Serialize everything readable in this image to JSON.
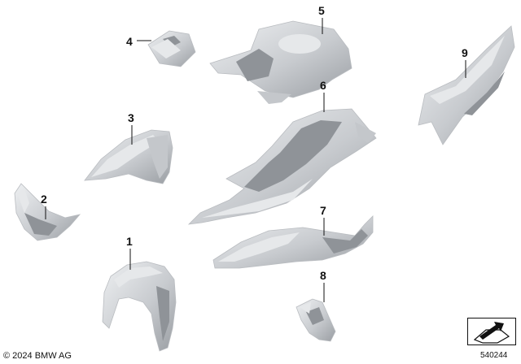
{
  "callouts": [
    "1",
    "2",
    "3",
    "4",
    "5",
    "6",
    "7",
    "8",
    "9"
  ],
  "footer": {
    "copyright": "© 2024 BMW AG",
    "diagram_id": "540244"
  },
  "colors": {
    "part_light": "#e6e8ea",
    "part_mid": "#c4c7cb",
    "part_dark": "#8f9398",
    "line": "#111111"
  },
  "icons": {
    "nav": "folder-arrow-icon"
  }
}
